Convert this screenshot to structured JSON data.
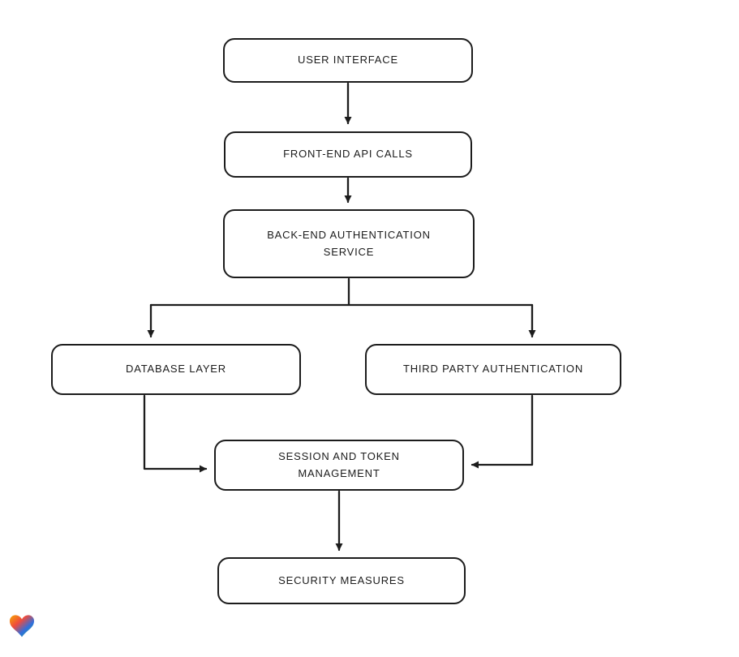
{
  "diagram": {
    "title": "Authentication architecture flowchart",
    "ink_color": "#1c1c1c",
    "background_color": "#ffffff",
    "nodes": [
      {
        "id": "user-interface",
        "label": "USER INTERFACE",
        "lines": [
          "USER INTERFACE"
        ]
      },
      {
        "id": "front-end-api-calls",
        "label": "FRONT-END API CALLS",
        "lines": [
          "FRONT-END API CALLS"
        ]
      },
      {
        "id": "back-end-authentication-service",
        "label": "BACK-END AUTHENTICATION SERVICE",
        "lines": [
          "BACK-END AUTHENTICATION",
          "SERVICE"
        ]
      },
      {
        "id": "database-layer",
        "label": "DATABASE LAYER",
        "lines": [
          "DATABASE LAYER"
        ]
      },
      {
        "id": "third-party-authentication",
        "label": "THIRD PARTY AUTHENTICATION",
        "lines": [
          "THIRD PARTY AUTHENTICATION"
        ]
      },
      {
        "id": "session-and-token-management",
        "label": "SESSION AND TOKEN MANAGEMENT",
        "lines": [
          "SESSION AND TOKEN",
          "MANAGEMENT"
        ]
      },
      {
        "id": "security-measures",
        "label": "SECURITY MEASURES",
        "lines": [
          "SECURITY MEASURES"
        ]
      }
    ],
    "edges": [
      {
        "from": "user-interface",
        "to": "front-end-api-calls"
      },
      {
        "from": "front-end-api-calls",
        "to": "back-end-authentication-service"
      },
      {
        "from": "back-end-authentication-service",
        "to": "database-layer"
      },
      {
        "from": "back-end-authentication-service",
        "to": "third-party-authentication"
      },
      {
        "from": "database-layer",
        "to": "session-and-token-management"
      },
      {
        "from": "third-party-authentication",
        "to": "session-and-token-management"
      },
      {
        "from": "session-and-token-management",
        "to": "security-measures"
      }
    ]
  },
  "logo": {
    "name": "heart-logo",
    "colors": [
      "#f7a600",
      "#ef4b3d",
      "#2f6fde",
      "#27b36a"
    ]
  }
}
